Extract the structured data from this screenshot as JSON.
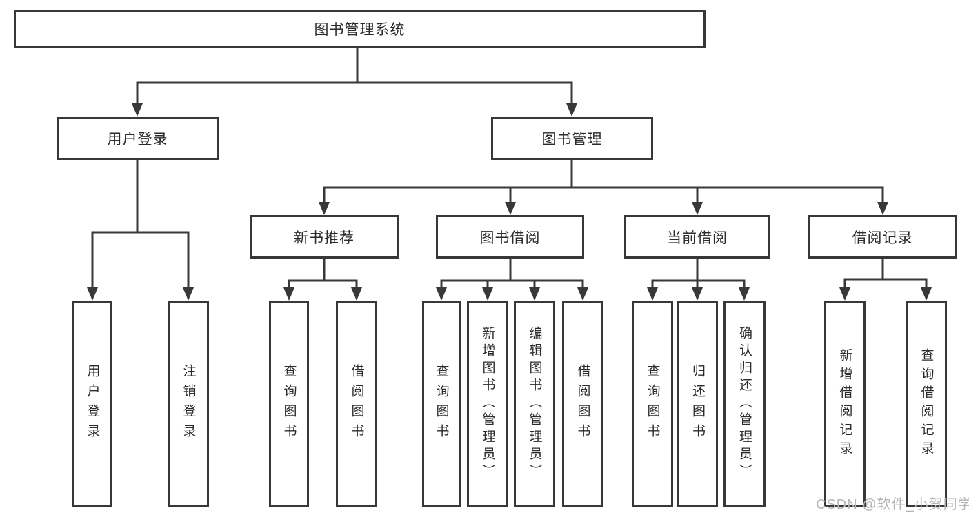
{
  "tree": {
    "label": "图书管理系统",
    "children": [
      {
        "label": "用户登录",
        "children": [
          {
            "label": "用户登录"
          },
          {
            "label": "注销登录"
          }
        ]
      },
      {
        "label": "图书管理",
        "children": [
          {
            "label": "新书推荐",
            "children": [
              {
                "label": "查询图书"
              },
              {
                "label": "借阅图书"
              }
            ]
          },
          {
            "label": "图书借阅",
            "children": [
              {
                "label": "查询图书"
              },
              {
                "label": "新增图书（管理员）"
              },
              {
                "label": "编辑图书（管理员）"
              },
              {
                "label": "借阅图书"
              }
            ]
          },
          {
            "label": "当前借阅",
            "children": [
              {
                "label": "查询图书"
              },
              {
                "label": "归还图书"
              },
              {
                "label": "确认归还（管理员）"
              }
            ]
          },
          {
            "label": "借阅记录",
            "children": [
              {
                "label": "新增借阅记录"
              },
              {
                "label": "查询借阅记录"
              }
            ]
          }
        ]
      }
    ]
  },
  "watermark": {
    "text": "CSDN @软件_小贺同学"
  },
  "colors": {
    "line": "#383838",
    "box_border": "#383838",
    "text": "#2b2b2b",
    "watermark": "#b6b6b6",
    "background": "#ffffff"
  }
}
